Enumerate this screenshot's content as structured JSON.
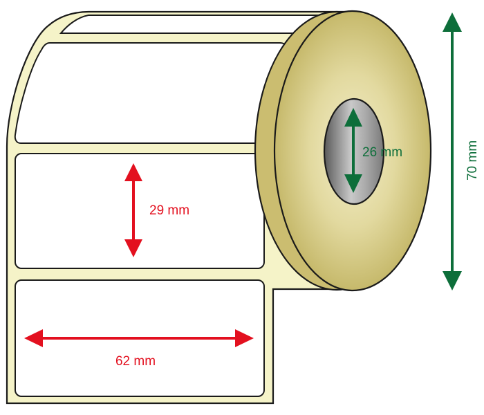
{
  "colors": {
    "label_fill": "#ffffff",
    "backing_liner": "#f5f3c8",
    "outline": "#1a1a1a",
    "roll_side": "#d6cc8a",
    "roll_side_edge": "#c7bb6e",
    "core_hole": "#8a8a8a",
    "label_dimension": "#e3101f",
    "core_dimension": "#0d6e3a",
    "overall_dimension": "#0d6e3a"
  },
  "dimensions": {
    "label_height": "29 mm",
    "label_width": "62 mm",
    "core_diameter": "26 mm",
    "roll_diameter": "70 mm"
  },
  "icons": {
    "label_height_arrow": "double-arrow-vertical",
    "label_width_arrow": "double-arrow-horizontal",
    "core_arrow": "double-arrow-vertical",
    "roll_arrow": "double-arrow-vertical"
  }
}
